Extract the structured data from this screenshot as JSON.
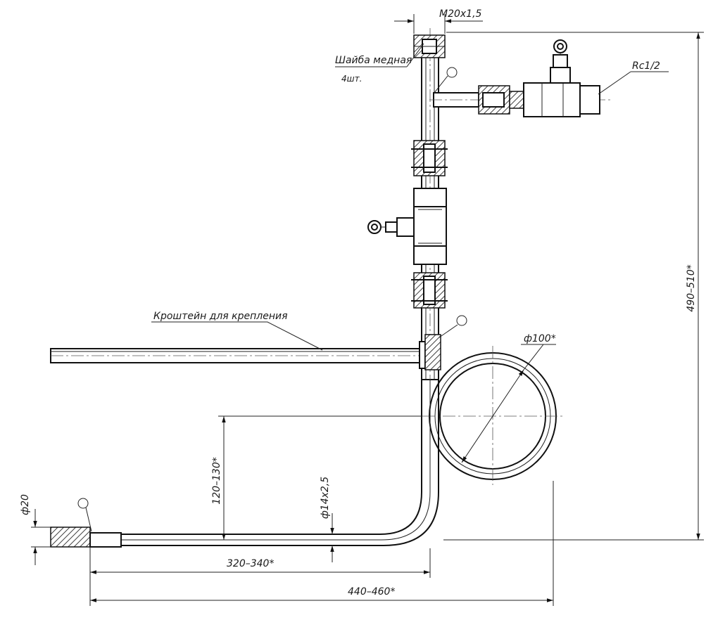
{
  "drawing": {
    "callouts": {
      "washer_title": "Шайба медная",
      "washer_qty": "4шт.",
      "bracket": "Кроштейн для крепления"
    },
    "dimensions": {
      "thread_top": "М20х1,5",
      "thread_rc": "Rc1/2",
      "height_total": "490–510*",
      "coil_diameter": "ф100*",
      "coil_offset": "120–130*",
      "tube_size": "ф14х2,5",
      "end_diameter": "ф20",
      "length_short": "320–340*",
      "length_long": "440–460*"
    }
  }
}
